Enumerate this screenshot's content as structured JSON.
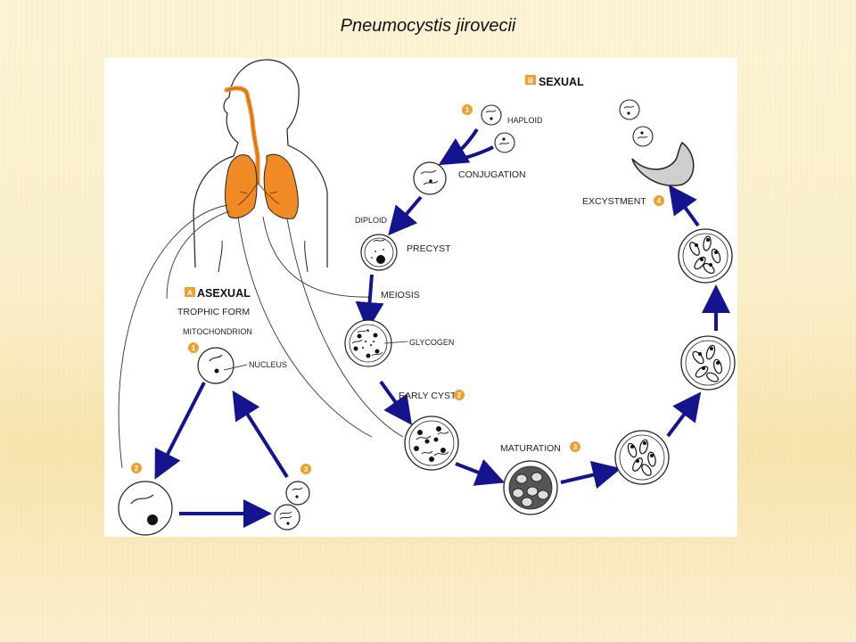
{
  "slide": {
    "title": "Pneumocystis jirovecii"
  },
  "colors": {
    "arrow": "#14148c",
    "badge": "#f0a030",
    "lung": "#f08a24",
    "background": "#fbf1d2"
  },
  "asexual": {
    "badge": "A",
    "heading": "ASEXUAL",
    "subheading": "TROPHIC FORM",
    "mitochondrion_label": "MITOCHONDRION",
    "nucleus_label": "NUCLEUS",
    "steps": [
      "1",
      "2",
      "3"
    ]
  },
  "sexual": {
    "badge": "B",
    "heading": "SEXUAL",
    "haploid_label": "HAPLOID",
    "conjugation_label": "CONJUGATION",
    "diploid_label": "DIPLOID",
    "precyst_label": "PRECYST",
    "meiosis_label": "MEIOSIS",
    "glycogen_label": "GLYCOGEN",
    "early_cyst_label": "EARLY CYST",
    "maturation_label": "MATURATION",
    "excystment_label": "EXCYSTMENT",
    "steps": [
      "1",
      "2",
      "3",
      "4"
    ]
  }
}
